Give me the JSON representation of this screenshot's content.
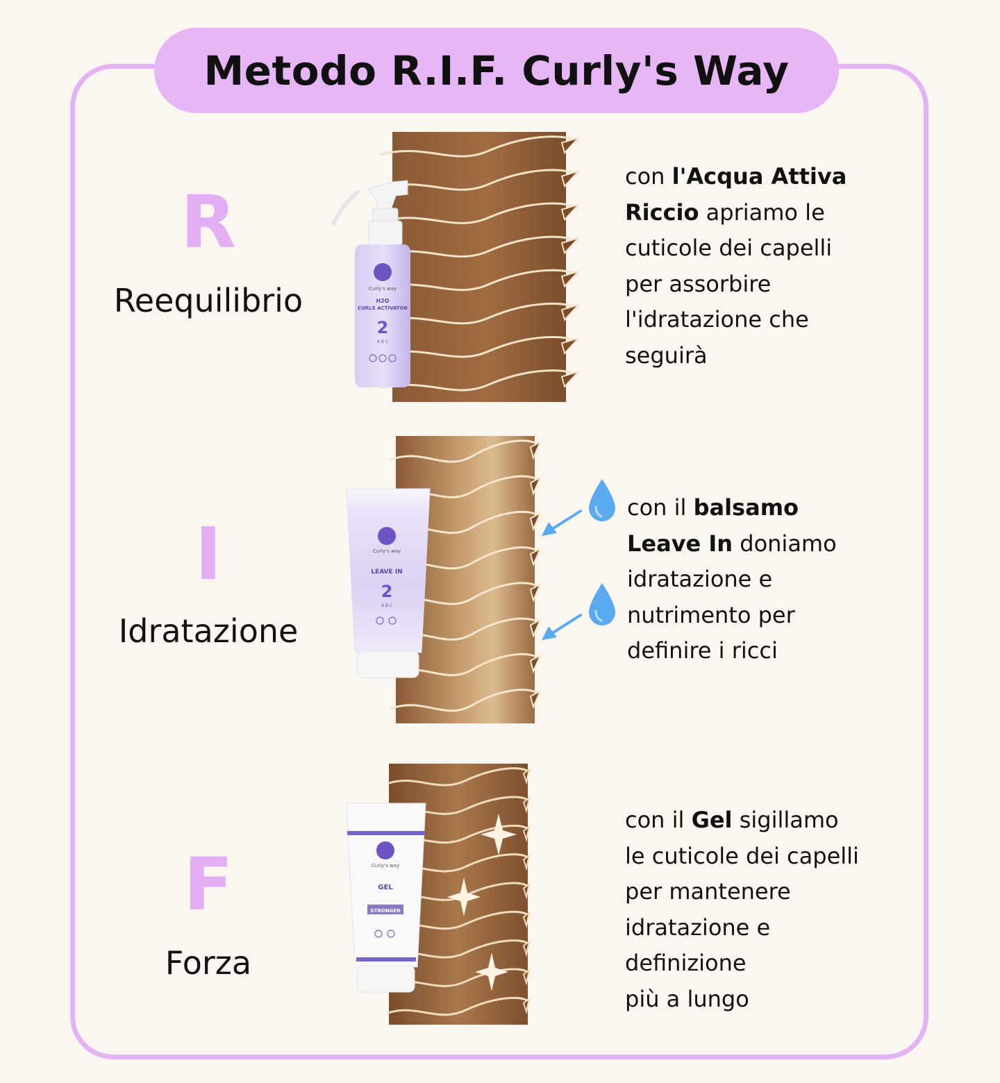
{
  "title": "Metodo R.I.F. Curly's Way",
  "colors": {
    "background": "#fcf6f1",
    "accent": "#e3b3f3",
    "letter": "#e3aef4",
    "hair_dark": "#8a5a36",
    "hair_light": "#d8b48a",
    "drop": "#5aaaf0",
    "product_purple": "#6f52c4"
  },
  "steps": [
    {
      "letter": "R",
      "name": "Reequilibrio",
      "desc_lines": [
        [
          {
            "t": "con ",
            "b": false
          },
          {
            "t": "l'Acqua Attiva",
            "b": true
          }
        ],
        [
          {
            "t": "Riccio",
            "b": true
          },
          {
            "t": " apriamo le",
            "b": false
          }
        ],
        [
          {
            "t": "cuticole dei capelli",
            "b": false
          }
        ],
        [
          {
            "t": "per assorbire",
            "b": false
          }
        ],
        [
          {
            "t": "l'idratazione che",
            "b": false
          }
        ],
        [
          {
            "t": "seguirà",
            "b": false
          }
        ]
      ],
      "product": {
        "type": "spray-bottle",
        "brand": "Curly's way",
        "lines": [
          "H2O",
          "CURLS ACTIVATOR"
        ],
        "number": "2",
        "sub": "A B C"
      },
      "hair_state": "open-cuticles"
    },
    {
      "letter": "I",
      "name": "Idratazione",
      "desc_lines": [
        [
          {
            "t": "con il ",
            "b": false
          },
          {
            "t": "balsamo",
            "b": true
          }
        ],
        [
          {
            "t": "Leave In",
            "b": true
          },
          {
            "t": " doniamo",
            "b": false
          }
        ],
        [
          {
            "t": "idratazione e",
            "b": false
          }
        ],
        [
          {
            "t": "nutrimento per",
            "b": false
          }
        ],
        [
          {
            "t": "definire i ricci",
            "b": false
          }
        ]
      ],
      "product": {
        "type": "tube",
        "brand": "Curly's way",
        "lines": [
          "LEAVE IN"
        ],
        "number": "2",
        "sub": "A B C"
      },
      "hair_state": "hydrated",
      "icons": [
        "water-drop-icon",
        "arrow-icon"
      ]
    },
    {
      "letter": "F",
      "name": "Forza",
      "desc_lines": [
        [
          {
            "t": "con il ",
            "b": false
          },
          {
            "t": "Gel",
            "b": true
          },
          {
            "t": " sigillamo",
            "b": false
          }
        ],
        [
          {
            "t": "le cuticole dei capelli",
            "b": false
          }
        ],
        [
          {
            "t": "per mantenere",
            "b": false
          }
        ],
        [
          {
            "t": "idratazione e",
            "b": false
          }
        ],
        [
          {
            "t": "definizione",
            "b": false
          }
        ],
        [
          {
            "t": "più a lungo",
            "b": false
          }
        ]
      ],
      "product": {
        "type": "tube",
        "brand": "Curly's way",
        "lines": [
          "GEL"
        ],
        "badge": "STRONGER"
      },
      "hair_state": "sealed",
      "icons": [
        "sparkle-icon"
      ]
    }
  ]
}
